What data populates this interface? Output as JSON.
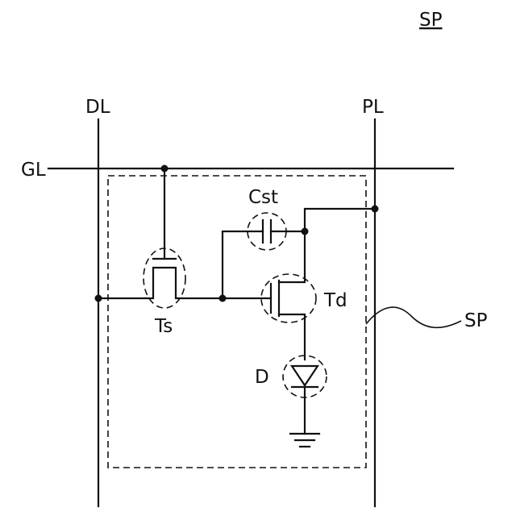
{
  "title": "SP",
  "labels": {
    "dl": "DL",
    "pl": "PL",
    "gl": "GL",
    "cst": "Cst",
    "ts": "Ts",
    "td": "Td",
    "d": "D",
    "sp": "SP"
  }
}
